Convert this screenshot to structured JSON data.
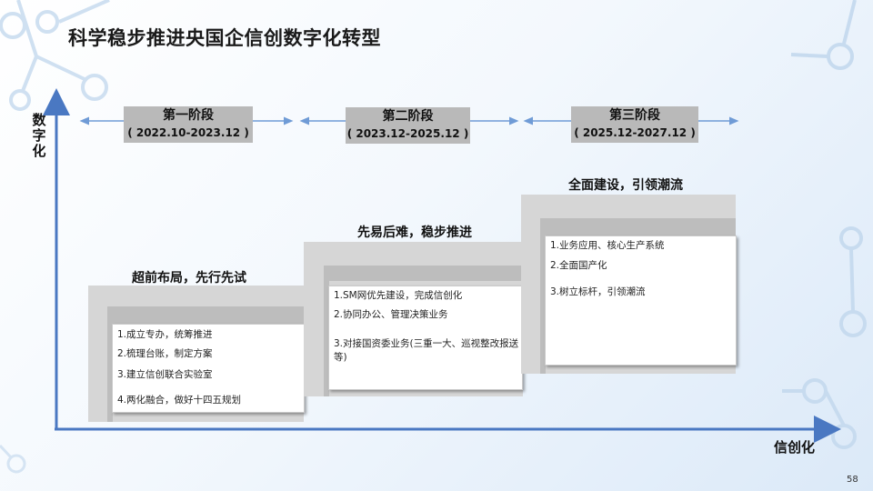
{
  "title": "科学稳步推进央国企信创数字化转型",
  "axis": {
    "y_label": "数字化",
    "x_label": "信创化"
  },
  "phases": [
    {
      "name": "第一阶段",
      "range": "( 2022.10-2023.12 )"
    },
    {
      "name": "第二阶段",
      "range": "( 2023.12-2025.12 )"
    },
    {
      "name": "第三阶段",
      "range": "( 2025.12-2027.12 )"
    }
  ],
  "stages": [
    {
      "title": "超前布局，先行先试",
      "items": [
        "1.成立专办，统筹推进",
        "2.梳理台账，制定方案",
        "3.建立信创联合实验室",
        "4.两化融合，做好十四五规划"
      ]
    },
    {
      "title": "先易后难，稳步推进",
      "items": [
        "1.SM网优先建设，完成信创化",
        "2.协同办公、管理决策业务",
        "3.对接国资委业务(三重一大、巡视整改报送等)"
      ]
    },
    {
      "title": "全面建设，引领潮流",
      "items": [
        "1.业务应用、核心生产系统",
        "2.全面国产化",
        "3.树立标杆，引领潮流"
      ]
    }
  ],
  "page_number": "58",
  "colors": {
    "axis": "#4a78c2",
    "arrow": "#6f9bd6",
    "phase_bg": "#b9b9b9",
    "step_bg": "#d6d6d6"
  }
}
